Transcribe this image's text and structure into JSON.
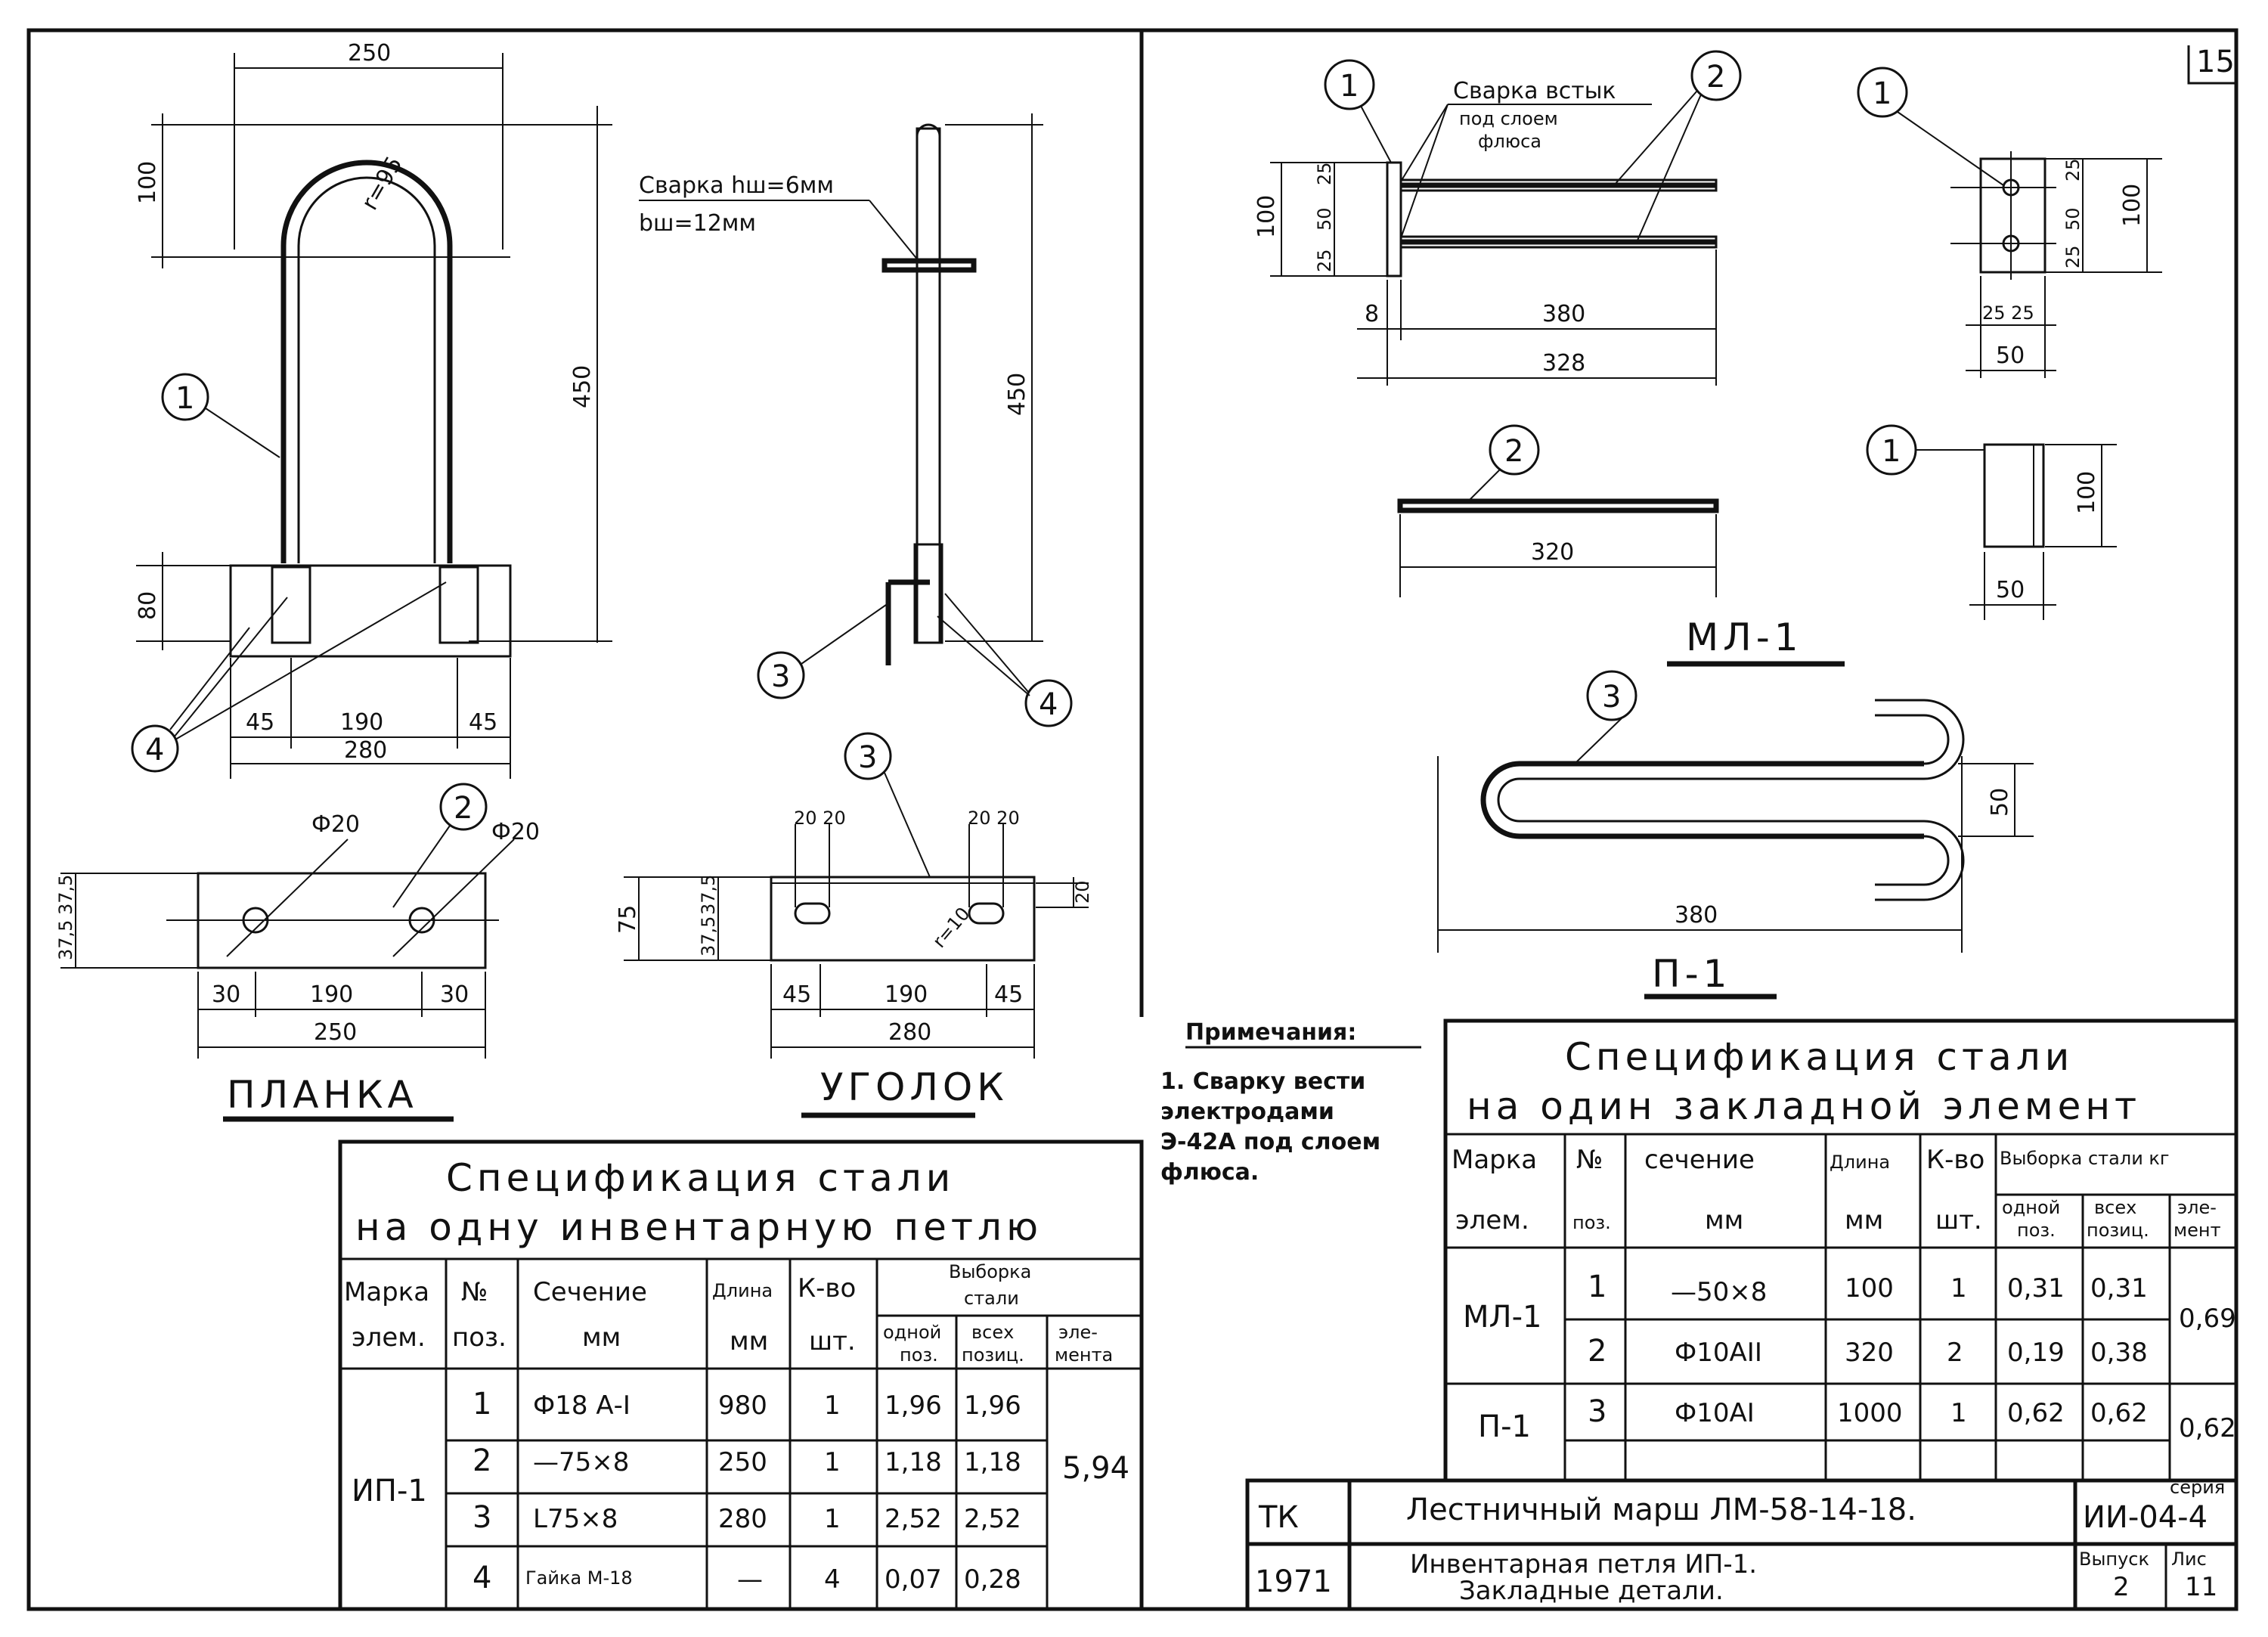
{
  "views": {
    "planka": {
      "title": "ПЛАНКА",
      "dims": {
        "w250": "250",
        "d30a": "30",
        "d190": "190",
        "d30b": "30",
        "r_left": "37,5",
        "r_right": "37,5",
        "phi_a": "Ф20",
        "phi_b": "Ф20"
      },
      "callout": "2"
    },
    "loop": {
      "dims": {
        "top250": "250",
        "h100": "100",
        "r95": "r=95",
        "h450": "450",
        "h80": "80",
        "d45a": "45",
        "d190": "190",
        "d45b": "45",
        "w280": "280"
      },
      "callouts": [
        "1",
        "4"
      ]
    },
    "ugolok": {
      "title": "УГОЛОК",
      "weld_line1": "Сварка hш=6мм",
      "weld_line2": "bш=12мм",
      "dims": {
        "h450": "450",
        "d2020a": "20 20",
        "d2020b": "20 20",
        "h75": "75",
        "d375a": "37,5",
        "d375b": "37,5",
        "d20": "20",
        "r10": "r=10",
        "d45a": "45",
        "d190": "190",
        "d45b": "45",
        "w280": "280"
      },
      "callouts": [
        "3",
        "4",
        "3"
      ]
    },
    "ml1": {
      "title": "МЛ-1",
      "weld_note": [
        "Сварка встык",
        "под слоем",
        "флюса"
      ],
      "dims": {
        "h100": "100",
        "d25a": "25",
        "d50": "50",
        "d25b": "25",
        "d8": "8",
        "w380": "380",
        "w328": "328",
        "w320": "320",
        "s100": "100",
        "s25a": "25",
        "s50": "50",
        "s25b": "25",
        "s2525": "25 25",
        "s50w": "50",
        "p100": "100",
        "p50": "50"
      },
      "callouts": [
        "1",
        "2",
        "1",
        "2",
        "1"
      ]
    },
    "p1": {
      "title": "П-1",
      "dims": {
        "w380": "380",
        "h50": "50"
      },
      "callout": "3"
    }
  },
  "notes": {
    "heading": "Примечания:",
    "lines": [
      "1. Сварку вести",
      "электродами",
      "Э-42А под слоем",
      "флюса."
    ]
  },
  "spec_loop": {
    "title1": "Спецификация стали",
    "title2": "на одну инвентарную петлю",
    "h_mark": [
      "Марка",
      "элем."
    ],
    "h_pos": [
      "№",
      "поз."
    ],
    "h_sect": [
      "Сечение",
      "мм"
    ],
    "h_len": [
      "Длина",
      "мм"
    ],
    "h_qty": [
      "К-во",
      "шт."
    ],
    "h_sample": [
      "Выборка",
      "стали"
    ],
    "h_one": [
      "одной",
      "поз."
    ],
    "h_all": [
      "всех",
      "позиц."
    ],
    "h_elem": [
      "эле-",
      "мента"
    ],
    "mark": "ИП-1",
    "total": "5,94",
    "rows": [
      {
        "pos": "1",
        "sect": "Ф18 А-I",
        "len": "980",
        "qty": "1",
        "one": "1,96",
        "all": "1,96"
      },
      {
        "pos": "2",
        "sect": "—75×8",
        "len": "250",
        "qty": "1",
        "one": "1,18",
        "all": "1,18"
      },
      {
        "pos": "3",
        "sect": "L75×8",
        "len": "280",
        "qty": "1",
        "one": "2,52",
        "all": "2,52"
      },
      {
        "pos": "4",
        "sect": "Гайка М-18",
        "len": "—",
        "qty": "4",
        "one": "0,07",
        "all": "0,28"
      }
    ]
  },
  "spec_embed": {
    "title1": "Спецификация стали",
    "title2": "на один закладной элемент",
    "h_mark": [
      "Марка",
      "элем."
    ],
    "h_pos": [
      "№",
      "поз."
    ],
    "h_sect": [
      "сечение",
      "мм"
    ],
    "h_len": [
      "Длина",
      "мм"
    ],
    "h_qty": [
      "К-во",
      "шт."
    ],
    "h_sample": "Выборка стали кг",
    "h_one": [
      "одной",
      "поз."
    ],
    "h_all": [
      "всех",
      "позиц."
    ],
    "h_elem": [
      "эле-",
      "мент"
    ],
    "groups": [
      {
        "mark": "МЛ-1",
        "total": "0,69"
      },
      {
        "mark": "П-1",
        "total": "0,62"
      }
    ],
    "rows": [
      {
        "pos": "1",
        "sect": "—50×8",
        "len": "100",
        "qty": "1",
        "one": "0,31",
        "all": "0,31"
      },
      {
        "pos": "2",
        "sect": "Ф10АII",
        "len": "320",
        "qty": "2",
        "one": "0,19",
        "all": "0,38"
      },
      {
        "pos": "3",
        "sect": "Ф10АI",
        "len": "1000",
        "qty": "1",
        "one": "0,62",
        "all": "0,62"
      }
    ]
  },
  "title_block": {
    "org": "ТК",
    "year": "1971",
    "line1": "Лестничный марш ЛМ-58-14-18.",
    "line2a": "Инвентарная петля ИП-1.",
    "line2b": "Закладные детали.",
    "series_label": "серия",
    "series": "ИИ-04-4",
    "issue_label": "Выпуск",
    "issue": "2",
    "sheet_label": "Лис",
    "sheet": "11"
  },
  "corner_sheet": "15"
}
